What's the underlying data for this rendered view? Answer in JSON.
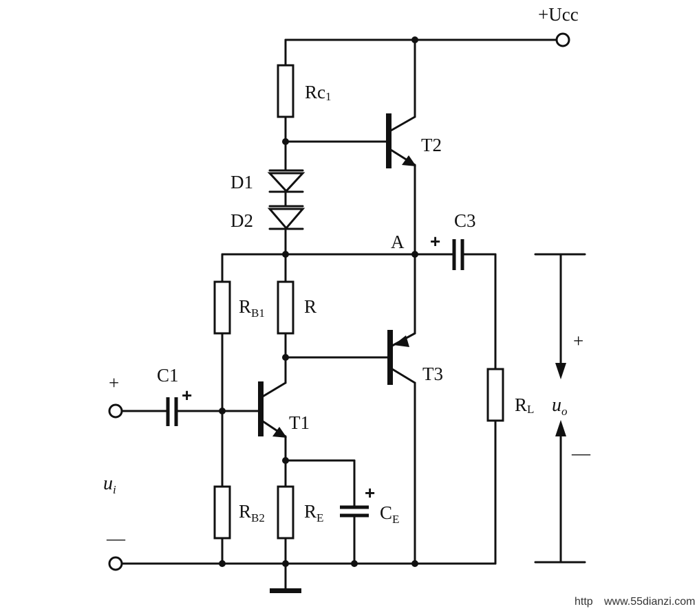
{
  "supply": {
    "label": "+Ucc"
  },
  "resistors": {
    "rc1": {
      "main": "Rc",
      "sub": "1"
    },
    "rb1": {
      "main": "R",
      "sub": "B1"
    },
    "r": {
      "main": "R"
    },
    "rb2": {
      "main": "R",
      "sub": "B2"
    },
    "re": {
      "main": "R",
      "sub": "E"
    },
    "rl": {
      "main": "R",
      "sub": "L"
    }
  },
  "diodes": {
    "d1": "D1",
    "d2": "D2"
  },
  "transistors": {
    "t1": "T1",
    "t2": "T2",
    "t3": "T3"
  },
  "capacitors": {
    "c1": "C1",
    "c3": "C3",
    "ce": {
      "main": "C",
      "sub": "E"
    }
  },
  "nodes": {
    "a": "A"
  },
  "polarity": {
    "plus": "+",
    "minus": "—"
  },
  "input": {
    "symbol": "u",
    "sub": "i"
  },
  "output": {
    "symbol": "u",
    "sub": "o"
  },
  "watermark": {
    "left": "http",
    "right": "www.55dianzi.com"
  }
}
